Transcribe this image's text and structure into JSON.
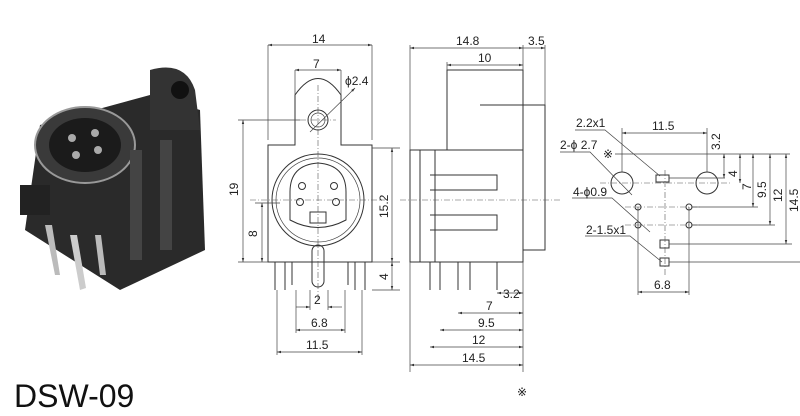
{
  "title": "DSW-09",
  "front_view": {
    "dims": {
      "width": "14",
      "tab": "7",
      "hole": "ϕ2.4",
      "height": "19",
      "center": "8",
      "body": "15.2",
      "pin": "4",
      "pin_pitch": "2",
      "inner_pins": "6.8",
      "outer_pins": "11.5"
    }
  },
  "side_view": {
    "dims": {
      "depth": "14.8",
      "overhang": "3.5",
      "top": "10",
      "d1": "3.2",
      "d2": "7",
      "d3": "9.5",
      "d4": "12",
      "d5": "14.5"
    },
    "reference_mark": "※"
  },
  "pcb_layout": {
    "labels": {
      "slot": "2.2x1",
      "mount_holes": "2-ϕ 2.7",
      "pin_holes": "4-ϕ0.9",
      "pin_slots": "2-1.5x1"
    },
    "dims": {
      "h_spacing": "11.5",
      "pin_spacing": "6.8",
      "v1": "3.2",
      "v2": "4",
      "v3": "7",
      "v4": "9.5",
      "v5": "12",
      "v6": "14.5"
    },
    "reference_mark": "※"
  }
}
